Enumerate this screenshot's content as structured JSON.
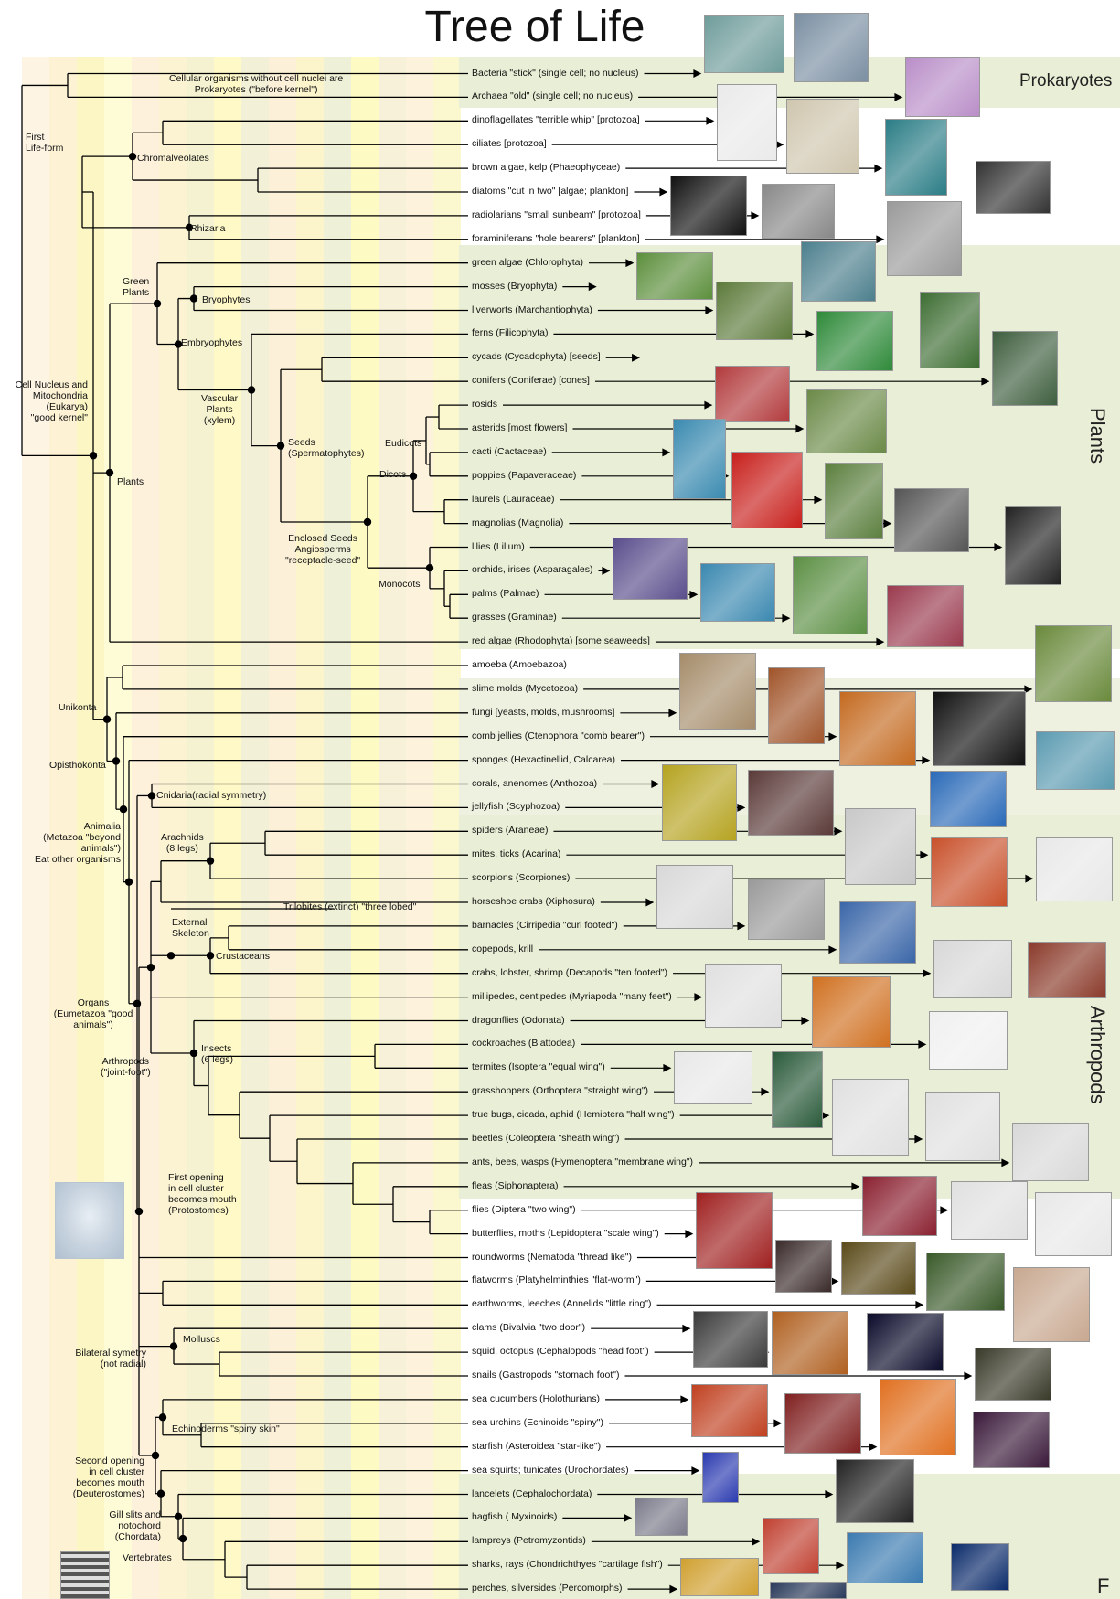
{
  "title": "Tree of Life",
  "sections": {
    "prokaryotes": "Prokaryotes",
    "plants": "Plants",
    "arthropods": "Arthropods",
    "fish": "F"
  },
  "node_labels": {
    "prokaryotes_note": "Cellular organisms without cell nuclei are\nProkaryotes (\"before kernel\")",
    "first_life": "First\nLife-form",
    "chromalveolates": "Chromalveolates",
    "rhizaria": "Rhizaria",
    "green_plants": "Green\nPlants",
    "bryophytes": "Bryophytes",
    "embryophytes": "Embryophytes",
    "eukarya": "Cell Nucleus and\nMitochondria\n(Eukarya)\n\"good kernel\"",
    "vascular": "Vascular\nPlants\n(xylem)",
    "seeds": "Seeds\n(Spermatophytes)",
    "eudicots": "Eudicots",
    "dicots": "Dicots",
    "plants": "Plants",
    "angiosperms": "Enclosed Seeds\nAngiosperms\n\"receptacle-seed\"",
    "monocots": "Monocots",
    "unikonta": "Unikonta",
    "opisthokonta": "Opisthokonta",
    "cnidaria": "Cnidaria(radial symmetry)",
    "animalia": "Animalia\n(Metazoa \"beyond\nanimals\")\nEat other organisms",
    "arachnids": "Arachnids\n(8 legs)",
    "trilobites": "Trilobites (extinct) \"three lobed\"",
    "external_skeleton": "External\nSkeleton",
    "crustaceans": "Crustaceans",
    "organs": "Organs\n(Eumetazoa \"good\nanimals\")",
    "insects": "Insects\n(6 legs)",
    "arthropods": "Arthropods\n(\"joint-foot\")",
    "protostomes": "First opening\nin cell cluster\nbecomes mouth\n(Protostomes)",
    "molluscs": "Molluscs",
    "bilateral": "Bilateral symetry\n(not radial)",
    "echinoderms": "Echinoderms \"spiny skin\"",
    "deuterostomes": "Second opening\nin cell cluster\nbecomes mouth\n(Deuterostomes)",
    "chordata": "Gill slits and\nnotochord\n(Chordata)",
    "vertebrates": "Vertebrates"
  },
  "leaves": [
    "Bacteria \"stick\" (single cell; no nucleus)",
    "Archaea \"old\" (single cell; no nucleus)",
    "dinoflagellates \"terrible whip\" [protozoa]",
    "ciliates [protozoa]",
    "brown algae, kelp (Phaeophyceae)",
    "diatoms \"cut in two\" [algae; plankton]",
    "radiolarians \"small sunbeam\" [protozoa]",
    "foraminiferans \"hole bearers\" [plankton]",
    "green algae (Chlorophyta)",
    "mosses (Bryophyta)",
    "liverworts (Marchantiophyta)",
    "ferns (Filicophyta)",
    "cycads (Cycadophyta) [seeds]",
    "conifers (Coniferae) [cones]",
    "rosids",
    "asterids [most flowers]",
    "cacti (Cactaceae)",
    "poppies (Papaveraceae)",
    "laurels (Lauraceae)",
    "magnolias (Magnolia)",
    "lilies (Lilium)",
    "orchids, irises (Asparagales)",
    "palms (Palmae)",
    "grasses (Graminae)",
    "red algae (Rhodophyta) [some seaweeds]",
    "amoeba (Amoebazoa)",
    "slime molds (Mycetozoa)",
    "fungi [yeasts, molds, mushrooms]",
    "comb jellies (Ctenophora \"comb bearer\")",
    "sponges (Hexactinellid, Calcarea)",
    "corals, anenomes (Anthozoa)",
    "jellyfish (Scyphozoa)",
    "spiders (Araneae)",
    "mites, ticks (Acarina)",
    "scorpions (Scorpiones)",
    "horseshoe crabs (Xiphosura)",
    "barnacles (Cirripedia \"curl footed\")",
    "copepods, krill",
    "crabs, lobster, shrimp (Decapods \"ten footed\")",
    "millipedes, centipedes (Myriapoda \"many feet\")",
    "dragonflies (Odonata)",
    "cockroaches (Blattodea)",
    "termites (Isoptera \"equal wing\")",
    "grasshoppers (Orthoptera \"straight wing\")",
    "true bugs, cicada, aphid (Hemiptera \"half wing\")",
    "beetles (Coleoptera \"sheath wing\")",
    "ants, bees, wasps (Hymenoptera \"membrane wing\")",
    "fleas (Siphonaptera)",
    "flies (Diptera \"two wing\")",
    "butterflies, moths (Lepidoptera \"scale wing\")",
    "roundworms (Nematoda \"thread like\")",
    "flatworms (Platyhelminthies \"flat-worm\")",
    "earthworms, leeches (Annelids \"little ring\")",
    "clams (Bivalvia \"two door\")",
    "squid, octopus (Cephalopods \"head foot\")",
    "snails (Gastropods \"stomach foot\")",
    "sea cucumbers (Holothurians)",
    "sea urchins (Echinoids \"spiny\")",
    "starfish (Asteroidea \"star-like\")",
    "sea squirts; tunicates (Urochordates)",
    "lancelets (Cephalochordata)",
    "hagfish ( Myxinoids)",
    "lampreys (Petromyzontids)",
    "sharks, rays (Chondrichthyes \"cartilage fish\")",
    "perches, silversides (Percomorphs)"
  ]
}
